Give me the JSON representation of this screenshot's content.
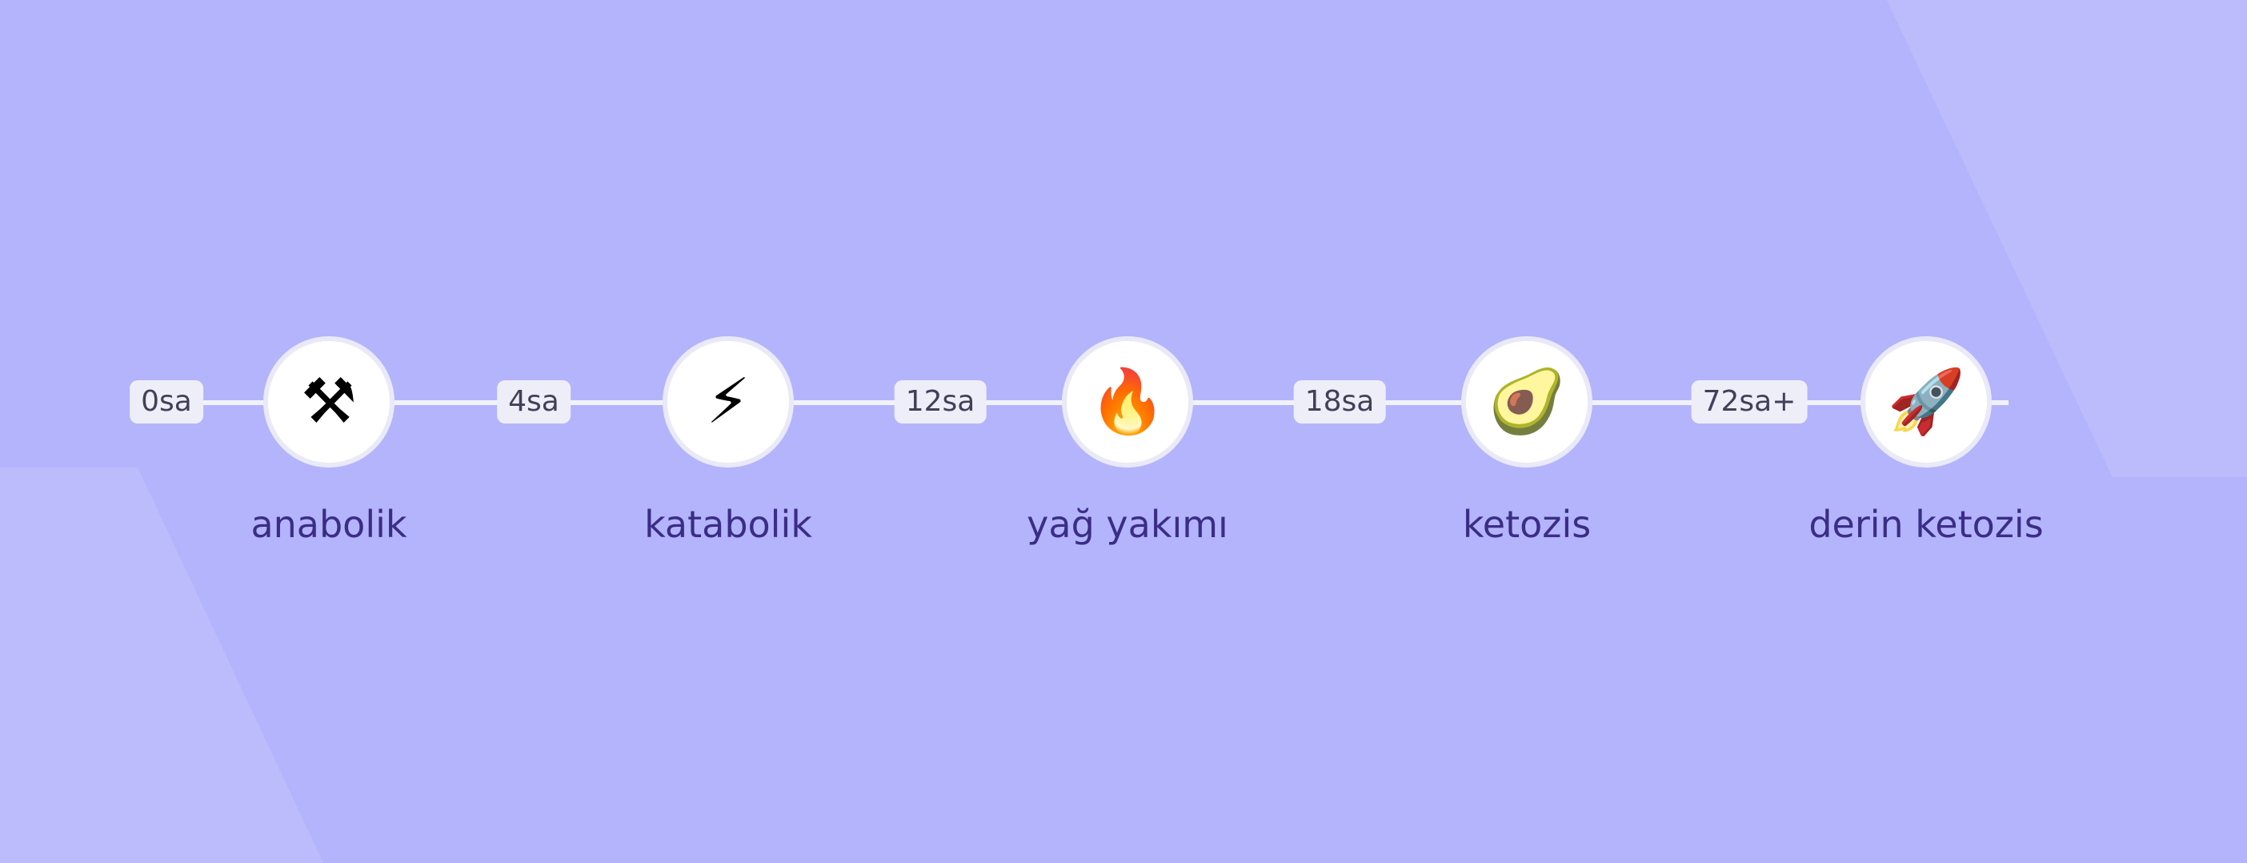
{
  "background_color": "#b4b4fc",
  "label_color": "#3b2d86",
  "timeline": {
    "stages": [
      {
        "label": "anabolik",
        "icon": "hammer-and-wrench-icon",
        "glyph": "⚒"
      },
      {
        "label": "katabolik",
        "icon": "lightning-icon",
        "glyph": "⚡"
      },
      {
        "label": "yağ yakımı",
        "icon": "fire-icon",
        "glyph": "🔥"
      },
      {
        "label": "ketozis",
        "icon": "avocado-icon",
        "glyph": "🥑"
      },
      {
        "label": "derin ketozis",
        "icon": "rocket-icon",
        "glyph": "🚀"
      }
    ],
    "times": [
      "0sa",
      "4sa",
      "12sa",
      "18sa",
      "72sa+"
    ]
  }
}
